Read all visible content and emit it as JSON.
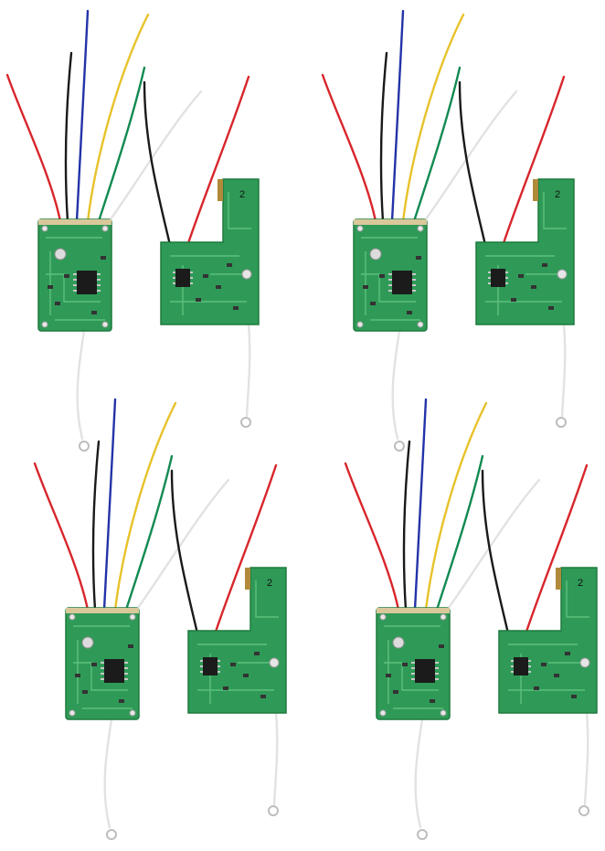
{
  "image": {
    "kind": "product-photo",
    "background": "#ffffff",
    "sets": [
      {
        "name": "set-1",
        "receiver_chip_label": "",
        "transmitter_label": "2"
      },
      {
        "name": "set-2",
        "receiver_chip_label": "",
        "transmitter_label": "2"
      },
      {
        "name": "set-3",
        "receiver_chip_label": "",
        "transmitter_label": "2"
      },
      {
        "name": "set-4",
        "receiver_chip_label": "",
        "transmitter_label": "2"
      }
    ],
    "colors": {
      "pcb": "#2f9a57",
      "pcb_dark": "#1f7a3f",
      "pcb_edge": "#b08a3a",
      "trace": "#5ec07d",
      "chip": "#1b1b1b",
      "wire_red": "#d8262b",
      "wire_black": "#1a1a1a",
      "wire_blue": "#2333a8",
      "wire_yellow": "#e7c22a",
      "wire_green": "#128a52",
      "wire_white": "#e2e2e2"
    }
  }
}
